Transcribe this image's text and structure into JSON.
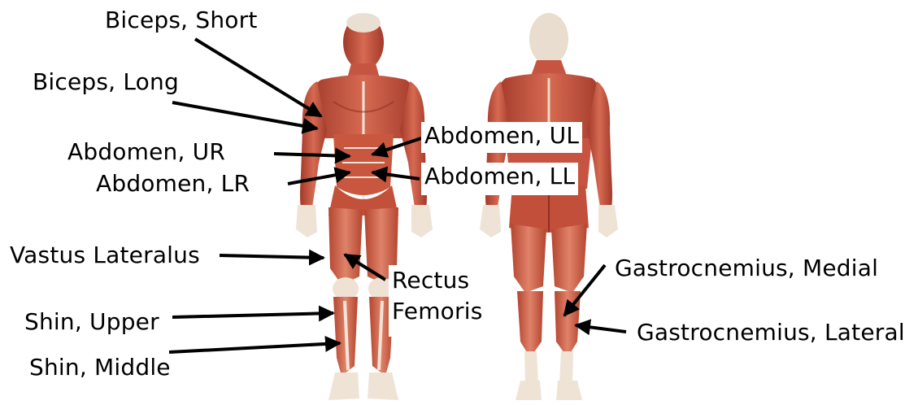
{
  "figure": {
    "labels": {
      "biceps_short": "Biceps, Short",
      "biceps_long": "Biceps, Long",
      "abdomen_ur": "Abdomen, UR",
      "abdomen_lr": "Abdomen, LR",
      "abdomen_ul": "Abdomen, UL",
      "abdomen_ll": "Abdomen, LL",
      "vastus_lateralus": "Vastus Lateralus",
      "rectus": "Rectus",
      "femoris": "Femoris",
      "shin_upper": "Shin, Upper",
      "shin_middle": "Shin, Middle",
      "gastrocnemius_medial": "Gastrocnemius, Medial",
      "gastrocnemius_lateral": "Gastrocnemius, Lateral"
    },
    "colors": {
      "muscle": "#c8563f",
      "muscle_dark": "#a23a2a",
      "muscle_light": "#e08a74",
      "tendon": "#f1e4d6",
      "arrow": "#000000",
      "label_text": "#000000"
    }
  }
}
